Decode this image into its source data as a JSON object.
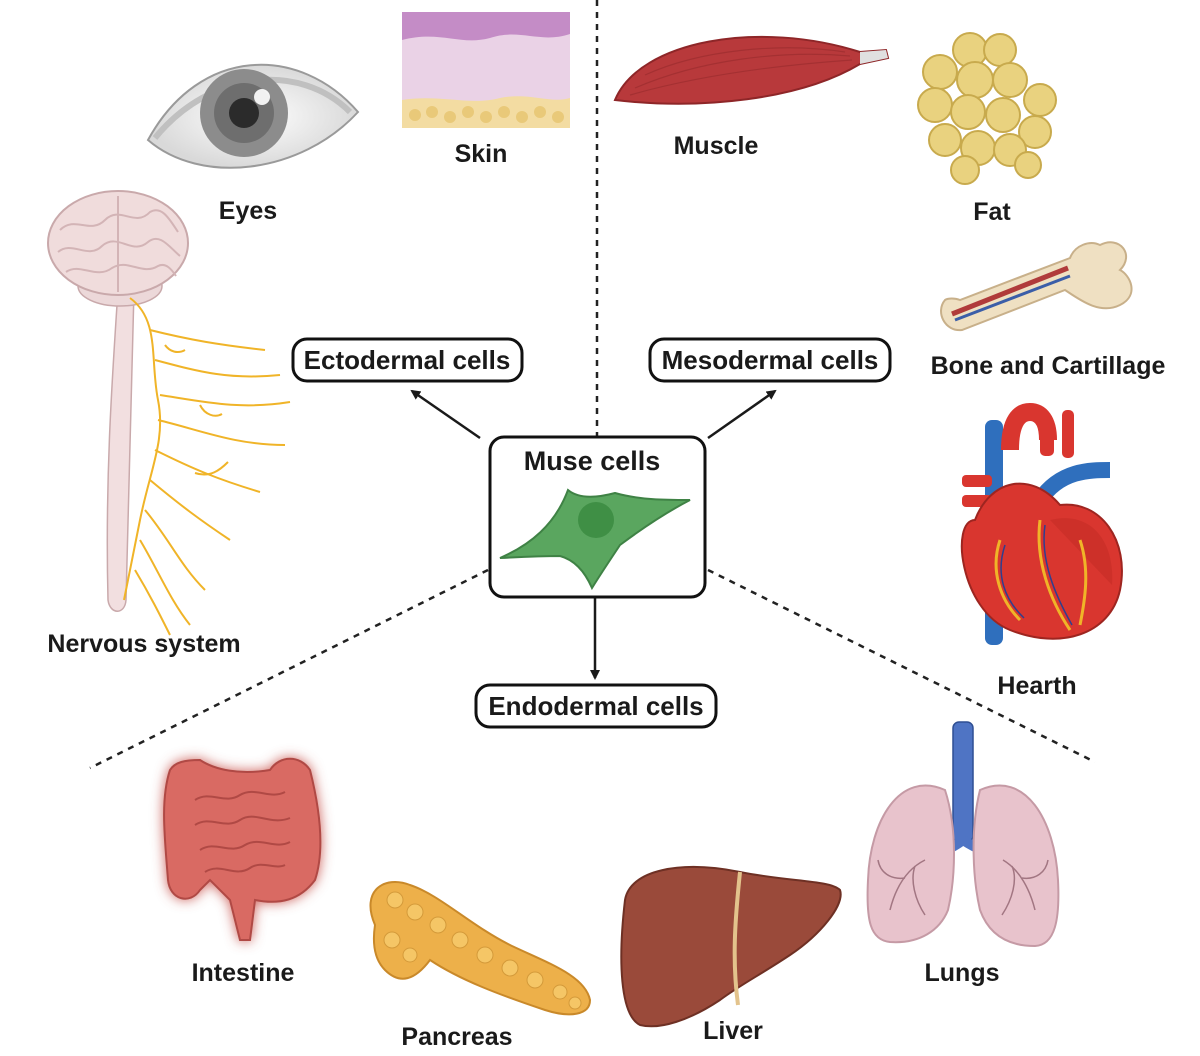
{
  "center": {
    "label": "Muse cells",
    "icon": "stem-cell-icon",
    "cell_color": "#5aa65f"
  },
  "lineages": {
    "ectoderm": "Ectodermal cells",
    "mesoderm": "Mesodermal cells",
    "endoderm": "Endodermal cells"
  },
  "organs": {
    "eyes": "Eyes",
    "skin": "Skin",
    "nervous_system": "Nervous system",
    "muscle": "Muscle",
    "fat": "Fat",
    "bone": "Bone and Cartillage",
    "heart": "Hearth",
    "intestine": "Intestine",
    "pancreas": "Pancreas",
    "liver": "Liver",
    "lungs": "Lungs"
  },
  "icons": [
    "eye-icon",
    "skin-layers-icon",
    "nervous-system-icon",
    "muscle-icon",
    "fat-cells-icon",
    "bone-icon",
    "heart-icon",
    "intestine-icon",
    "pancreas-icon",
    "liver-icon",
    "lungs-icon"
  ],
  "colors": {
    "muscle": "#b8393b",
    "fat": "#e9d27f",
    "heart_red": "#d9362f",
    "heart_blue": "#2f6fbd",
    "intestine": "#d96a63",
    "pancreas": "#edb04a",
    "liver": "#9a4a3a",
    "lungs": "#e8c3cc",
    "nerve": "#f0b428",
    "skin": "#ead2e6"
  }
}
